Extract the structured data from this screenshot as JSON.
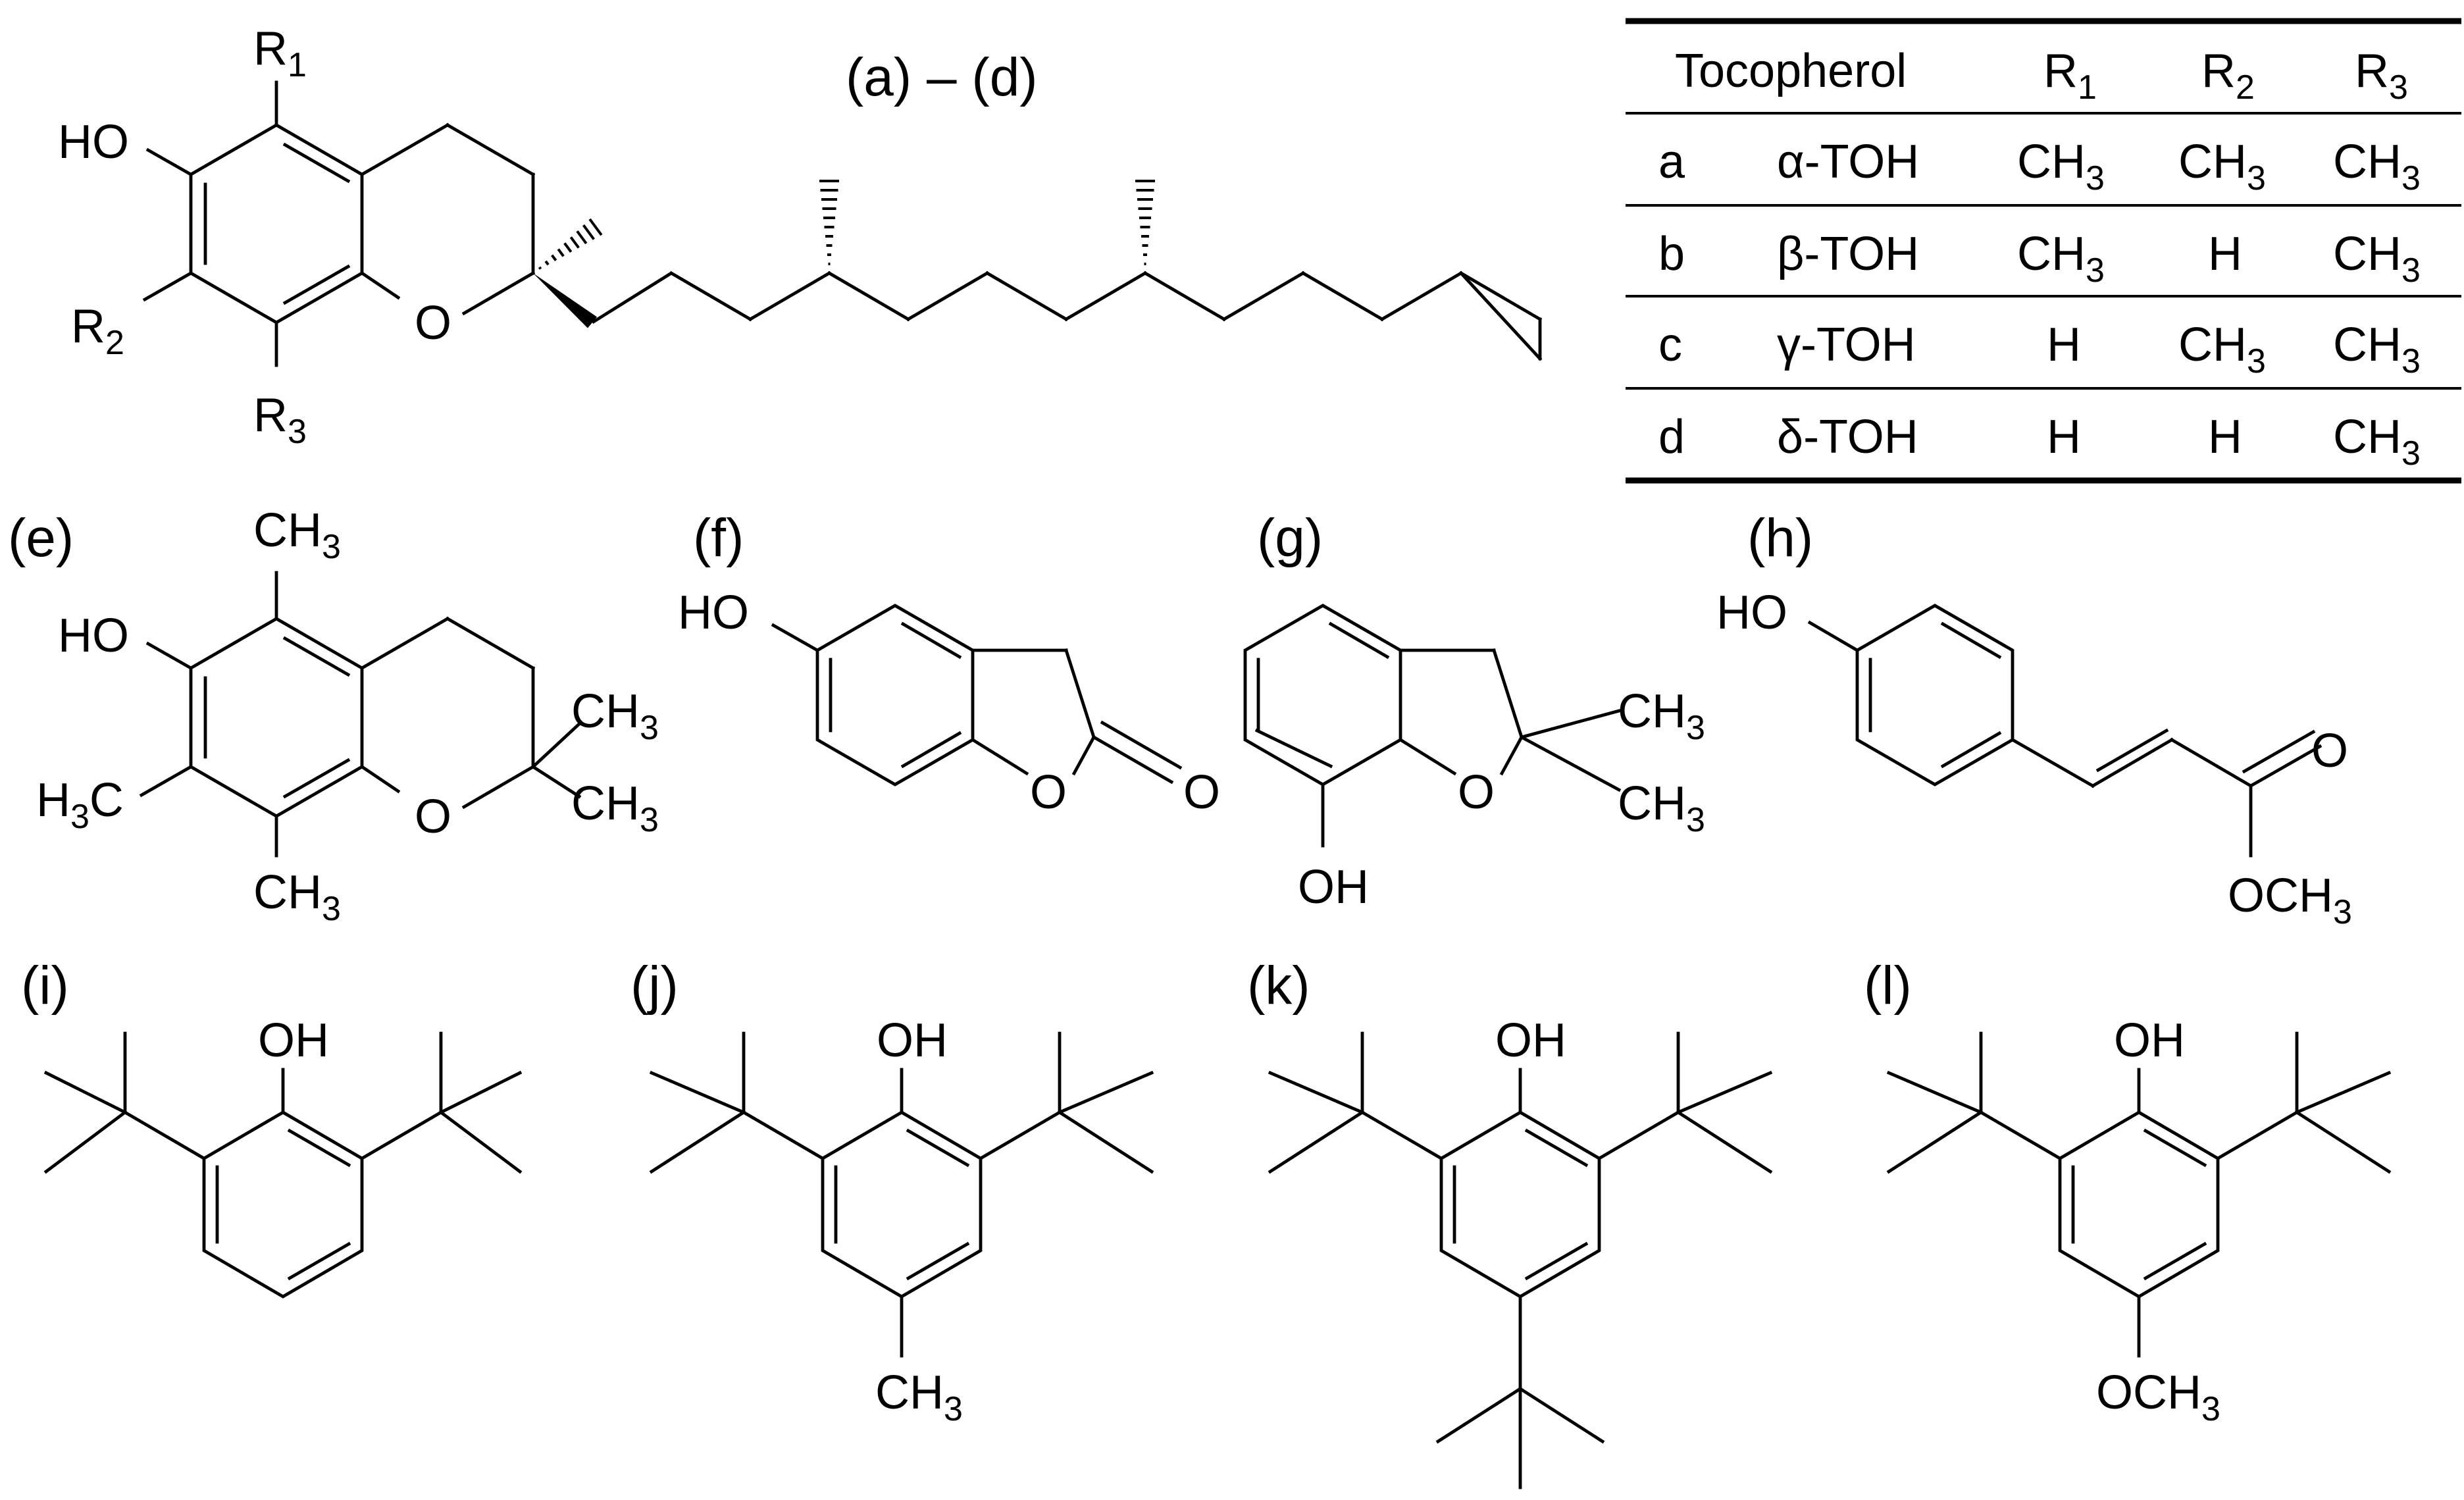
{
  "header": {
    "title": "(a) – (d)"
  },
  "table": {
    "headers": [
      "Tocopherol",
      "R1",
      "R2",
      "R3"
    ],
    "rows": [
      {
        "id": "a",
        "name": "α-TOH",
        "r1": "CH3",
        "r2": "CH3",
        "r3": "CH3"
      },
      {
        "id": "b",
        "name": "β-TOH",
        "r1": "CH3",
        "r2": "H",
        "r3": "CH3"
      },
      {
        "id": "c",
        "name": "γ-TOH",
        "r1": "H",
        "r2": "CH3",
        "r3": "CH3"
      },
      {
        "id": "d",
        "name": "δ-TOH",
        "r1": "H",
        "r2": "H",
        "r3": "CH3"
      }
    ]
  },
  "compounds": {
    "e": {
      "label": "(e)"
    },
    "f": {
      "label": "(f)"
    },
    "g": {
      "label": "(g)"
    },
    "h": {
      "label": "(h)"
    },
    "i": {
      "label": "(i)"
    },
    "j": {
      "label": "(j)"
    },
    "k": {
      "label": "(k)"
    },
    "l": {
      "label": "(l)"
    }
  },
  "atoms": {
    "HO": "HO",
    "OH": "OH",
    "O": "O",
    "C": "C",
    "CH": "CH",
    "H": "H",
    "OCH": "OCH",
    "R": "R",
    "sub1": "1",
    "sub2": "2",
    "sub3": "3"
  }
}
